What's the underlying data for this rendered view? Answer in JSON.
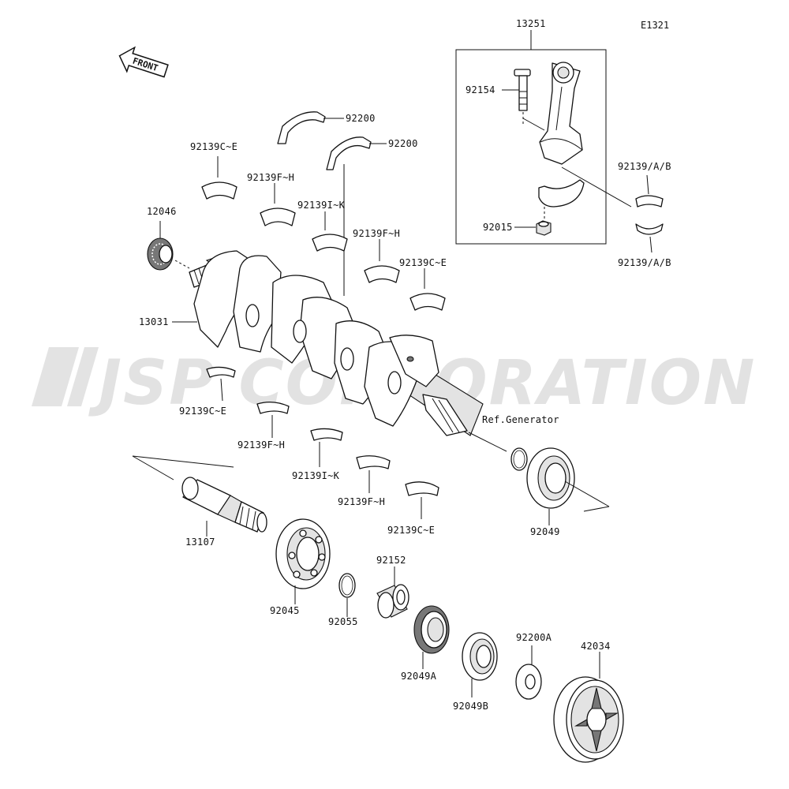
{
  "diagram": {
    "code": "E1321",
    "front_label": "FRONT",
    "watermark": "JSP CORPORATION",
    "ref_generator": "Ref.Generator",
    "labels": {
      "l13251": "13251",
      "l92154": "92154",
      "l92015": "92015",
      "l92139ab_top": "92139/A/B",
      "l92139ab_bot": "92139/A/B",
      "l92200_a": "92200",
      "l92200_b": "92200",
      "l92139ce_1": "92139C~E",
      "l92139fh_1": "92139F~H",
      "l92139ik_1": "92139I~K",
      "l92139fh_2": "92139F~H",
      "l92139ce_2": "92139C~E",
      "l12046": "12046",
      "l13031": "13031",
      "l92139ce_3": "92139C~E",
      "l92139fh_3": "92139F~H",
      "l92139ik_2": "92139I~K",
      "l92139fh_4": "92139F~H",
      "l92139ce_4": "92139C~E",
      "l13107": "13107",
      "l92045": "92045",
      "l92055": "92055",
      "l92152": "92152",
      "l92049": "92049",
      "l92049a": "92049A",
      "l92049b": "92049B",
      "l92200a": "92200A",
      "l42034": "42034"
    }
  }
}
